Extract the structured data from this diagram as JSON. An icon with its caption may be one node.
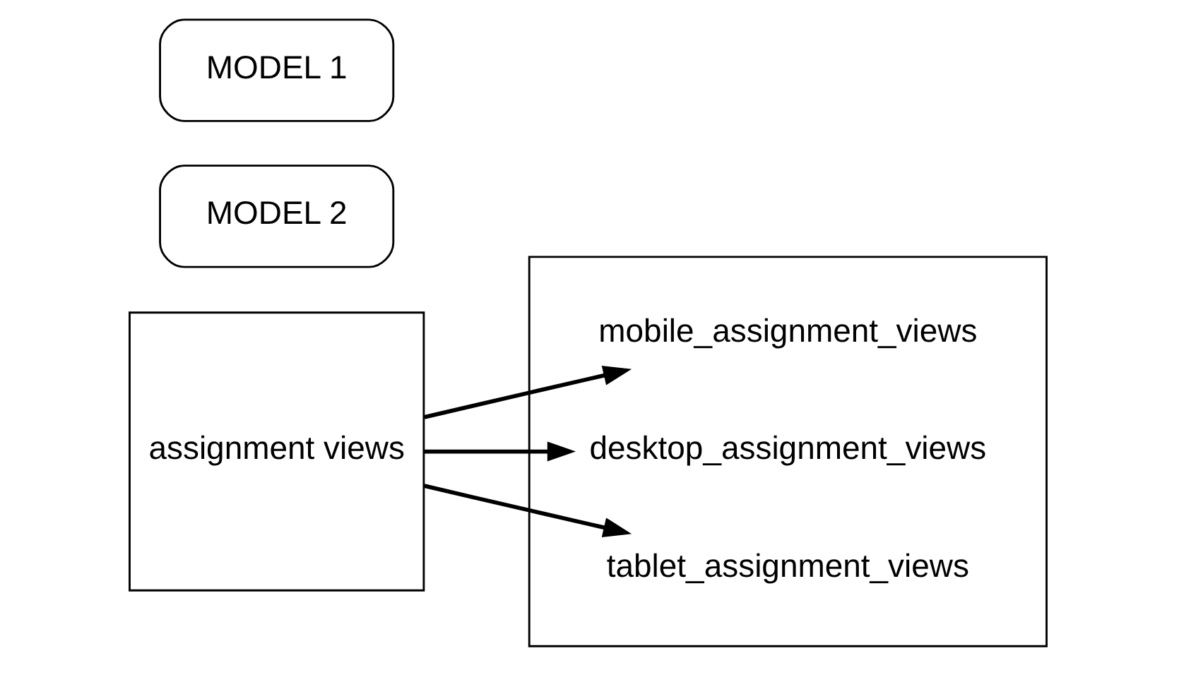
{
  "diagram": {
    "nodes": [
      {
        "text": [
          "MODEL 1"
        ]
      },
      {
        "text": [
          "MODEL 2"
        ]
      },
      {
        "text": [
          "assignment views"
        ]
      },
      {
        "text": [],
        "shape": "box"
      },
      {
        "text": [
          "mobile_assignment_views"
        ],
        "in": 3
      },
      {
        "text": [
          "desktop_assignment_views"
        ],
        "in": 3
      },
      {
        "text": [
          "tablet_assignment_views"
        ],
        "in": 3
      }
    ],
    "edges": [
      {
        "from": 2,
        "to": 4,
        "arrow": "to"
      },
      {
        "from": 2,
        "to": 5,
        "arrow": "to"
      },
      {
        "from": 2,
        "to": 6,
        "arrow": "to"
      }
    ]
  }
}
